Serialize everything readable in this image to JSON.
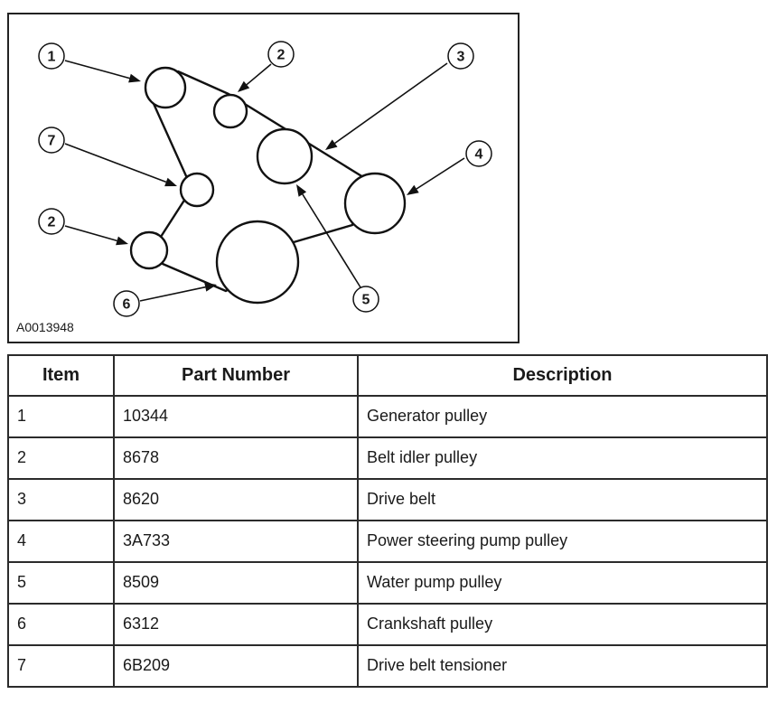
{
  "diagram": {
    "figure_label": "A0013948",
    "callouts": [
      {
        "label": "1"
      },
      {
        "label": "2"
      },
      {
        "label": "3"
      },
      {
        "label": "7"
      },
      {
        "label": "4"
      },
      {
        "label": "2"
      },
      {
        "label": "6"
      },
      {
        "label": "5"
      }
    ]
  },
  "table": {
    "headers": [
      "Item",
      "Part Number",
      "Description"
    ],
    "rows": [
      {
        "item": "1",
        "part_number": "10344",
        "description": "Generator pulley"
      },
      {
        "item": "2",
        "part_number": "8678",
        "description": "Belt idler pulley"
      },
      {
        "item": "3",
        "part_number": "8620",
        "description": "Drive belt"
      },
      {
        "item": "4",
        "part_number": "3A733",
        "description": "Power steering pump pulley"
      },
      {
        "item": "5",
        "part_number": "8509",
        "description": "Water pump pulley"
      },
      {
        "item": "6",
        "part_number": "6312",
        "description": "Crankshaft pulley"
      },
      {
        "item": "7",
        "part_number": "6B209",
        "description": "Drive belt tensioner"
      }
    ]
  },
  "colors": {
    "line": "#111111",
    "background": "#ffffff"
  }
}
